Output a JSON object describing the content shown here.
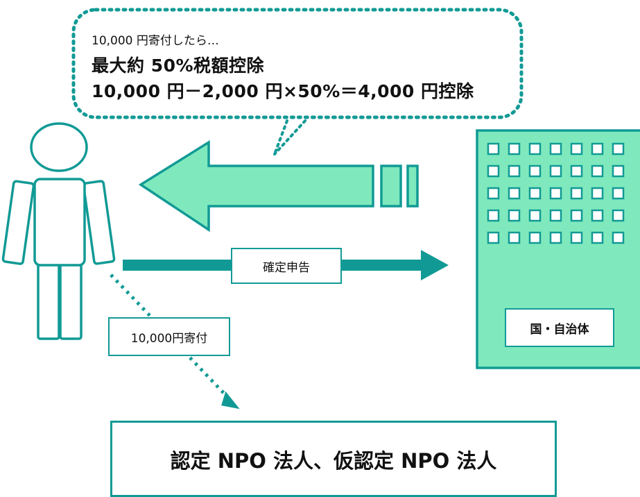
{
  "callout": {
    "line1": "10,000 円寄付したら…",
    "line2": "最大約 50%税額控除",
    "line3": "10,000 円－2,000 円×50%＝4,000 円控除"
  },
  "filing_label": "確定申告",
  "donation_label": "10,000円寄付",
  "government_label": "国・自治体",
  "recipient_label": "認定 NPO 法人、仮認定 NPO 法人",
  "colors": {
    "teal": "#119a95",
    "mint_fill": "#7fe9bd",
    "white": "#ffffff",
    "text": "#111111"
  },
  "icons": [
    "person-icon",
    "building-icon"
  ]
}
